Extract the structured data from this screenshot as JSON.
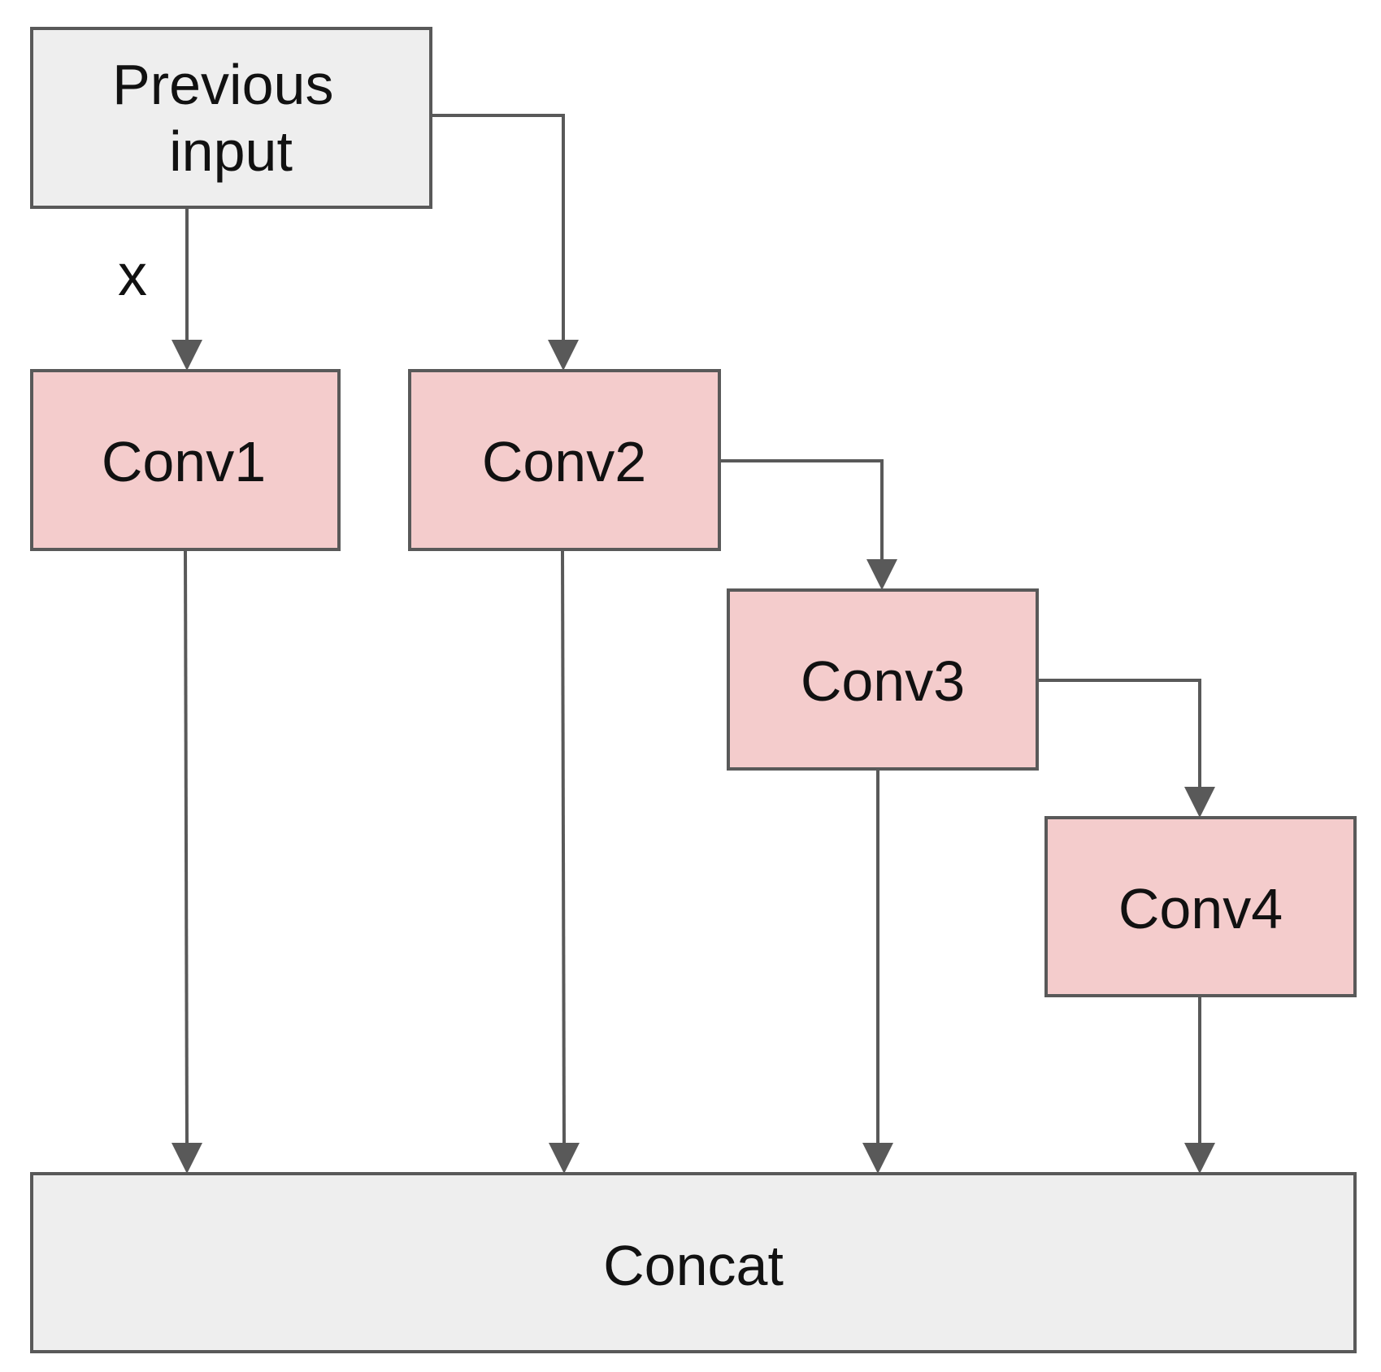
{
  "diagram": {
    "nodes": {
      "previous_input": {
        "lines": [
          "Previous",
          "input"
        ]
      },
      "conv1": {
        "label": "Conv1"
      },
      "conv2": {
        "label": "Conv2"
      },
      "conv3": {
        "label": "Conv3"
      },
      "conv4": {
        "label": "Conv4"
      },
      "concat": {
        "label": "Concat"
      }
    },
    "edges": [
      {
        "from": "previous_input",
        "to": "conv1",
        "label": "x"
      },
      {
        "from": "previous_input",
        "to": "conv2"
      },
      {
        "from": "conv2",
        "to": "conv3"
      },
      {
        "from": "conv3",
        "to": "conv4"
      },
      {
        "from": "conv1",
        "to": "concat"
      },
      {
        "from": "conv2",
        "to": "concat"
      },
      {
        "from": "conv3",
        "to": "concat"
      },
      {
        "from": "conv4",
        "to": "concat"
      }
    ]
  },
  "colors": {
    "input_fill": "#eeeeee",
    "conv_fill": "#f4cccc",
    "stroke": "#595959",
    "background": "#ffffff"
  }
}
